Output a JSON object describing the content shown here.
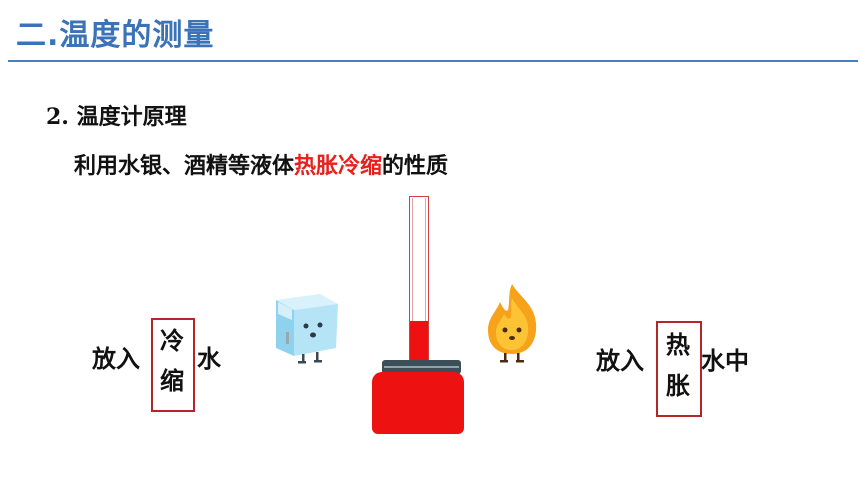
{
  "slide": {
    "title": "二.温度的测量",
    "subhead_number": "2.",
    "subhead_text": "温度计原理",
    "principle_before": "利用水银、酒精等液体",
    "principle_highlight": "热胀冷缩",
    "principle_after": "的性质"
  },
  "left": {
    "prefix": "放入",
    "box_line1": "冷",
    "box_line2": "缩",
    "suffix": "水"
  },
  "right": {
    "prefix": "放入",
    "box_line1": "热",
    "box_line2": "胀",
    "suffix": "水中"
  },
  "thermometer": {
    "liquid_fill_fraction": 0.25,
    "liquid_color": "#ee1111"
  },
  "icons": [
    "ice-cube-mascot-icon",
    "flame-mascot-icon"
  ],
  "colors": {
    "title": "#3b73b8",
    "highlight": "#e8201c",
    "box_border": "#b3262a"
  }
}
